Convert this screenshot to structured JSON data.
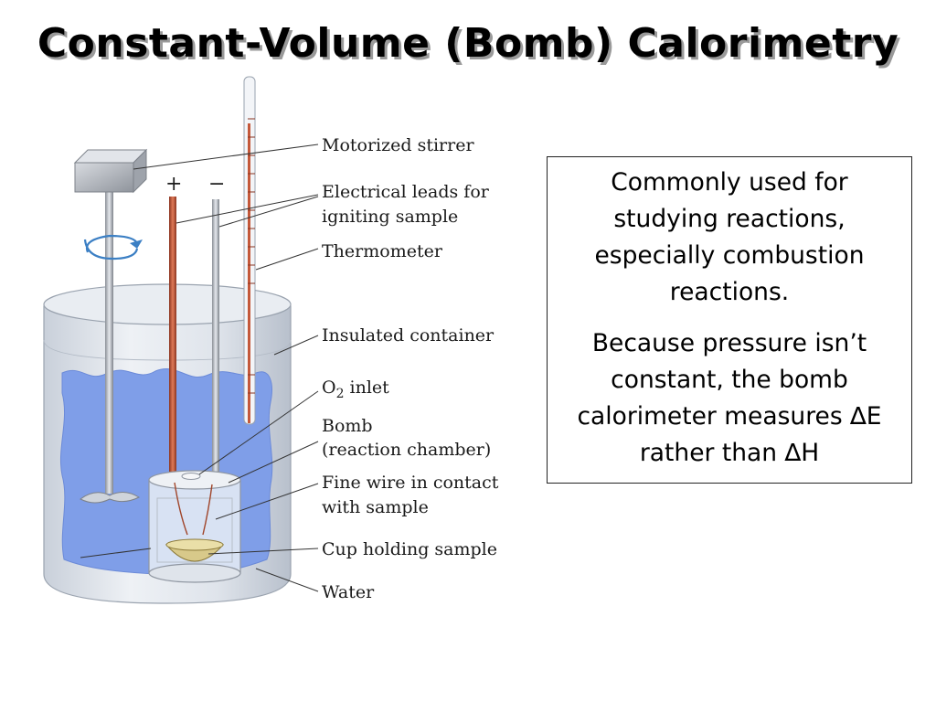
{
  "title": "Constant-Volume (Bomb) Calorimetry",
  "diagram": {
    "labels": {
      "motorized_stirrer": "Motorized stirrer",
      "leads_line1": "Electrical leads for",
      "leads_line2": "igniting sample",
      "thermometer": "Thermometer",
      "insulated_container": "Insulated container",
      "o2_prefix": "O",
      "o2_subscript": "2",
      "o2_suffix": " inlet",
      "bomb_line1": "Bomb",
      "bomb_line2": "(reaction chamber)",
      "wire_line1": "Fine wire in contact",
      "wire_line2": "with sample",
      "cup": "Cup holding sample",
      "water": "Water"
    },
    "lead_plus": "+",
    "lead_minus": "−",
    "colors": {
      "water": "#7f9ee8",
      "container": "#dde2ea",
      "copper_lead": "#c4583a",
      "sample": "#d8c98a"
    }
  },
  "info_box": {
    "paragraph1": "Commonly used for studying reactions, especially combustion reactions.",
    "paragraph2": "Because pressure isn’t constant, the bomb calorimeter measures ∆E rather than ∆H"
  }
}
